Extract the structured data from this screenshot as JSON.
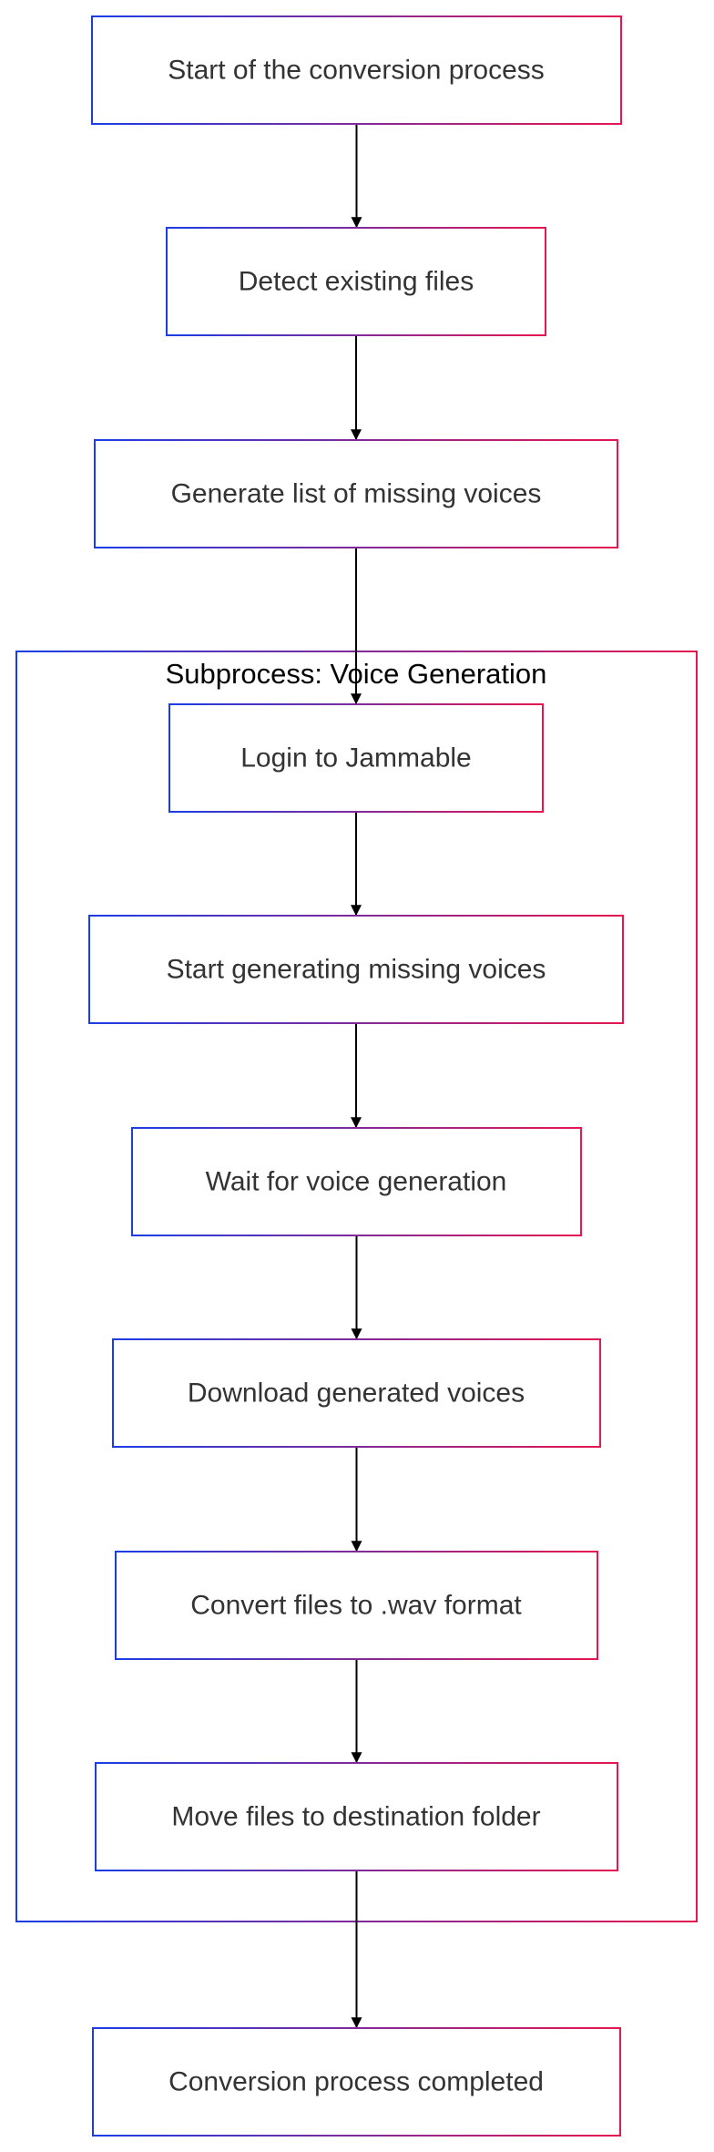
{
  "colors": {
    "border_start": "#1a3de6",
    "border_end": "#e6174f",
    "arrow": "#000000",
    "text": "#333333",
    "background": "#ffffff"
  },
  "subprocess": {
    "title": "Subprocess: Voice Generation"
  },
  "nodes": [
    {
      "id": "start",
      "label": "Start of the conversion process"
    },
    {
      "id": "detect",
      "label": "Detect existing files"
    },
    {
      "id": "generate-list",
      "label": "Generate list of missing voices"
    },
    {
      "id": "login",
      "label": "Login to Jammable"
    },
    {
      "id": "start-generating",
      "label": "Start generating missing voices"
    },
    {
      "id": "wait",
      "label": "Wait for voice generation"
    },
    {
      "id": "download",
      "label": "Download generated voices"
    },
    {
      "id": "convert",
      "label": "Convert files to .wav format"
    },
    {
      "id": "move",
      "label": "Move files to destination folder"
    },
    {
      "id": "completed",
      "label": "Conversion process completed"
    }
  ],
  "edges": [
    [
      "start",
      "detect"
    ],
    [
      "detect",
      "generate-list"
    ],
    [
      "generate-list",
      "login"
    ],
    [
      "login",
      "start-generating"
    ],
    [
      "start-generating",
      "wait"
    ],
    [
      "wait",
      "download"
    ],
    [
      "download",
      "convert"
    ],
    [
      "convert",
      "move"
    ],
    [
      "move",
      "completed"
    ]
  ]
}
